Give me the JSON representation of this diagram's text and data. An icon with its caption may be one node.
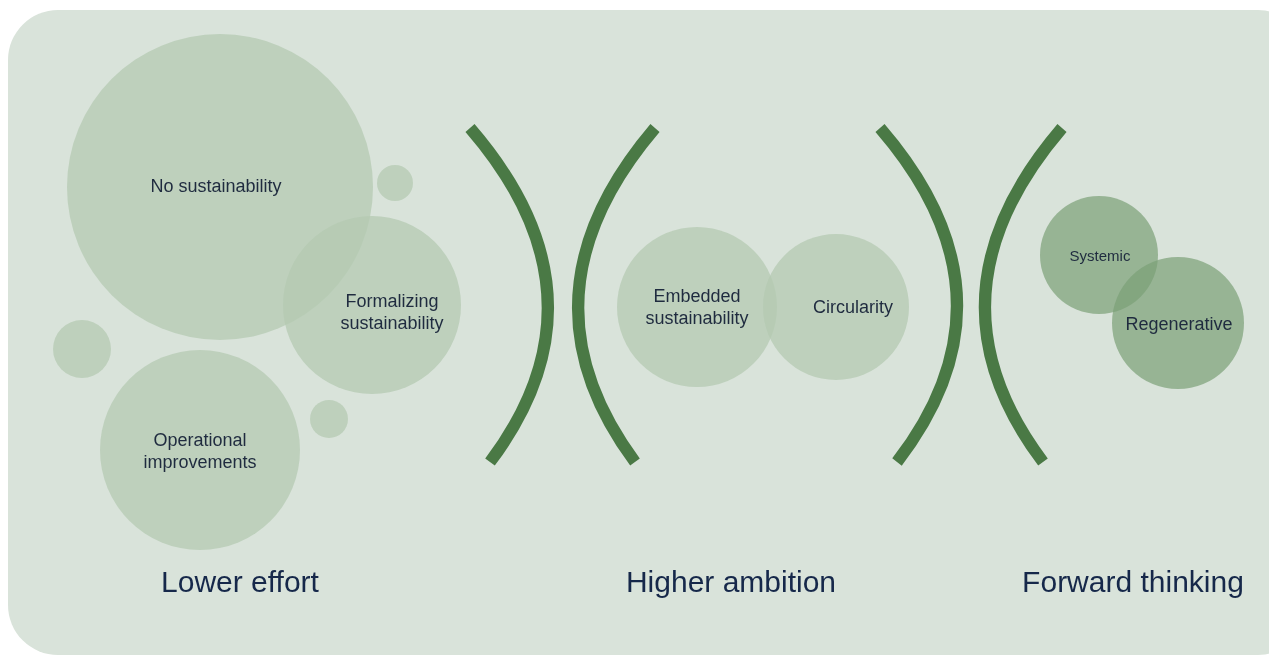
{
  "diagram": {
    "nodes": [
      {
        "text": [
          "No sustainability"
        ]
      },
      {
        "text": [],
        "shape": "circle"
      },
      {
        "text": [
          "Formalizing sustainability"
        ]
      },
      {
        "text": [],
        "shape": "circle"
      },
      {
        "text": [
          "Operational improvements"
        ]
      },
      {
        "text": [],
        "shape": "circle"
      },
      {
        "text": [
          "Embedded sustainability"
        ]
      },
      {
        "text": [
          "Circularity"
        ]
      },
      {
        "text": [
          "Systemic"
        ]
      },
      {
        "text": [
          "Regenerative"
        ]
      }
    ],
    "edges": [],
    "labels": [
      "Lower effort",
      "Higher ambition",
      "Forward thinking"
    ]
  }
}
